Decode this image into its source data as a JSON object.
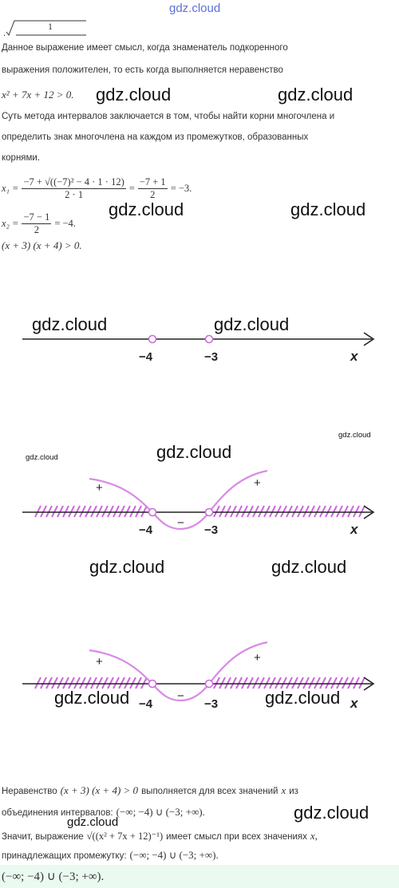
{
  "watermark": {
    "text": "gdz.cloud"
  },
  "intro": {
    "sqrt_numerator": "1",
    "para1_line1": "Данное выражение имеет смысл, когда знаменатель подкоренного",
    "para1_line2": "выражения положителен, то есть когда выполняется неравенство",
    "inequality": "x² + 7x + 12 > 0."
  },
  "method": {
    "line1": "Суть метода интервалов заключается в том, чтобы найти корни многочлена и",
    "line2": "определить знак многочлена на каждом из промежутков, образованных",
    "line3": "корнями."
  },
  "roots": {
    "x1_label": "x₁ =",
    "x1_num": "−7 + √((−7)² − 4 · 1 · 12)",
    "x1_den": "2 · 1",
    "x1_mid_num": "−7 + 1",
    "x1_mid_den": "2",
    "x1_result": "= −3.",
    "x2_label": "x₂ =",
    "x2_num": "−7 − 1",
    "x2_den": "2",
    "x2_result": "= −4.",
    "factored": "(x + 3) (x + 4) > 0."
  },
  "axis": {
    "point_left": "−4",
    "point_right": "−3",
    "var_label": "x",
    "sign_left": "+",
    "sign_middle": "−",
    "sign_right": "+"
  },
  "conclusion": {
    "line1_prefix": "Неравенство",
    "line1_expr": "(x + 3) (x + 4) > 0",
    "line1_suffix": "выполняется для всех значений",
    "line1_var": "x",
    "line1_end": "из",
    "line2_prefix": "объединения интервалов:",
    "line2_expr": "(−∞; −4) ∪ (−3; +∞).",
    "line3_prefix": "Значит, выражение",
    "line3_expr": "√((x² + 7x + 12)⁻¹)",
    "line3_suffix": "имеет смысл при всех значениях",
    "line3_var": "x,",
    "line4_prefix": "принадлежащих промежутку:",
    "line4_expr": "(−∞; −4) ∪ (−3; +∞).",
    "answer": "(−∞; −4) ∪ (−3; +∞)."
  },
  "colors": {
    "curve": "#d98ae6",
    "hatch": "#cc66dd",
    "axis": "#222222",
    "answer_bg": "#eafaf1"
  }
}
